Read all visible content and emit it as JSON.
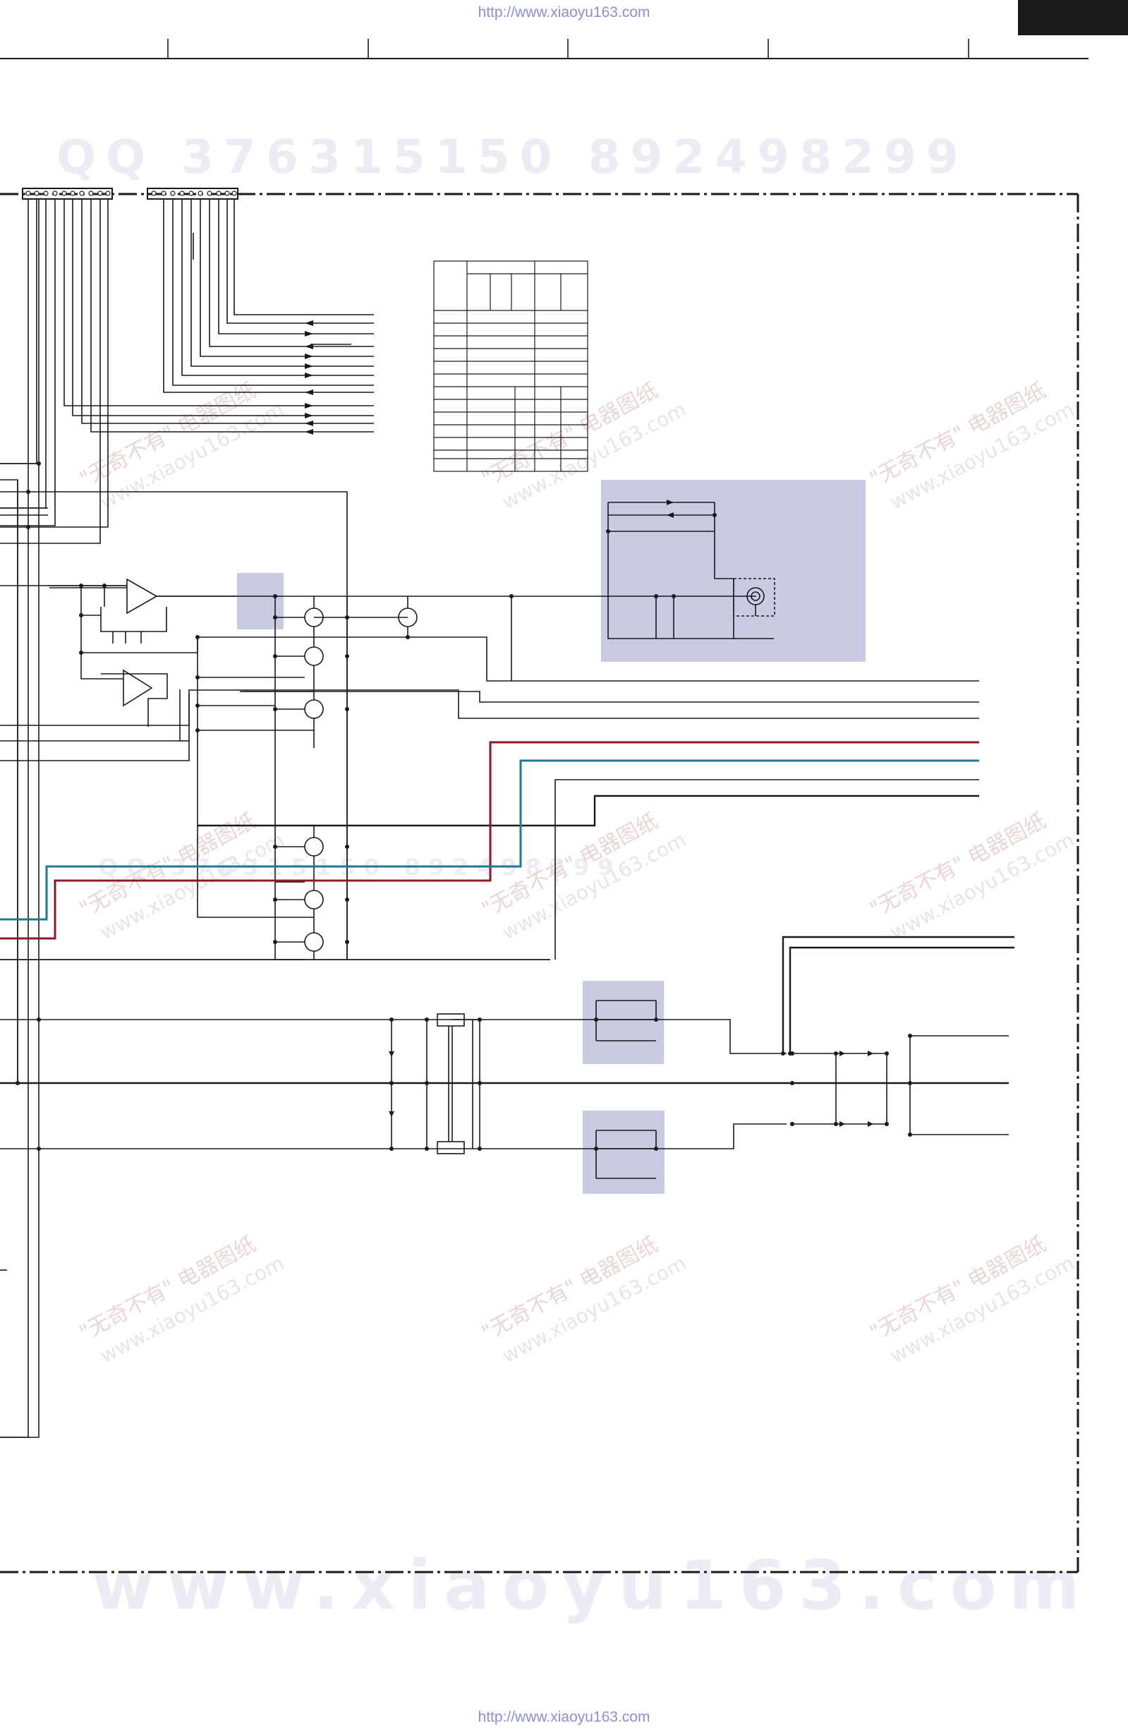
{
  "header": {
    "source_url": "http://www.xiaoyu163.com"
  },
  "footer": {
    "source_url": "http://www.xiaoyu163.com"
  },
  "watermarks": {
    "qq_line": "QQ 376315150  892498299",
    "site_line": "www.xiaoyu163.com",
    "cn_brand": "\"无奇不有\" 电器图纸",
    "cn_site": "www.xiaoyu163.com",
    "mid_line": "QQ 376315150  892498299"
  },
  "colors": {
    "line": "#1a1a1a",
    "red_trace": "#8b1a24",
    "blue_trace": "#1b7a99",
    "highlight": "#c9cbe3",
    "url_text": "#8a8fd6",
    "corner_block": "#1a1a1a"
  }
}
